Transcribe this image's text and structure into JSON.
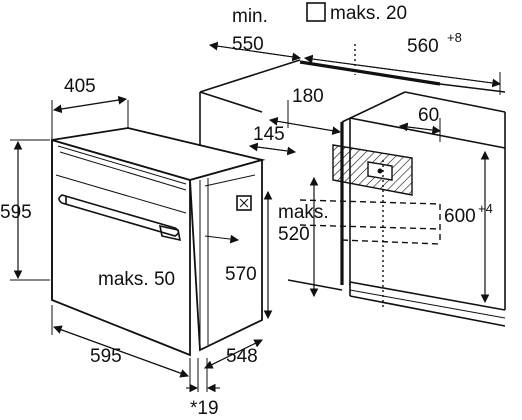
{
  "dimensions": {
    "min_label": "min.",
    "depth_min": "550",
    "max_checkbox_label": "maks. 20",
    "cabinet_width": "560",
    "cabinet_width_tol": "+8",
    "oven_depth_top": "405",
    "gap_180": "180",
    "gap_145": "145",
    "gap_60": "60",
    "oven_height": "595",
    "niche_height": "600",
    "niche_height_tol": "+4",
    "maks_line1": "maks.",
    "maks_line2": "520",
    "maks_50": "maks. 50",
    "depth_570": "570",
    "width_bottom": "595",
    "depth_548": "548",
    "footnote": "*19"
  },
  "colors": {
    "line": "#111111",
    "hatch": "#111111",
    "background": "#ffffff"
  }
}
